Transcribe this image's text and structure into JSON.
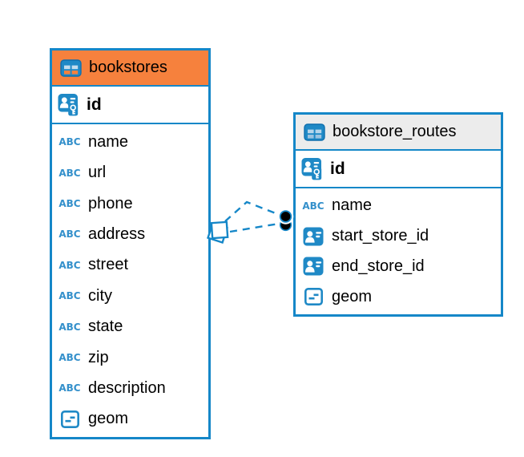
{
  "colors": {
    "accent_blue": "#1587c8",
    "bookstores_header": "#f6813d",
    "routes_header": "#ececec",
    "text": "#000000"
  },
  "tables": [
    {
      "name": "bookstores",
      "icon": "table-icon",
      "header_style": "orange",
      "primary_key": {
        "label": "id",
        "icon": "primary-key-icon"
      },
      "fields": [
        {
          "label": "name",
          "icon": "abc-text-icon"
        },
        {
          "label": "url",
          "icon": "abc-text-icon"
        },
        {
          "label": "phone",
          "icon": "abc-text-icon"
        },
        {
          "label": "address",
          "icon": "abc-text-icon"
        },
        {
          "label": "street",
          "icon": "abc-text-icon"
        },
        {
          "label": "city",
          "icon": "abc-text-icon"
        },
        {
          "label": "state",
          "icon": "abc-text-icon"
        },
        {
          "label": "zip",
          "icon": "abc-text-icon"
        },
        {
          "label": "description",
          "icon": "abc-text-icon"
        },
        {
          "label": "geom",
          "icon": "geometry-icon"
        }
      ]
    },
    {
      "name": "bookstore_routes",
      "icon": "table-icon",
      "header_style": "gray",
      "primary_key": {
        "label": "id",
        "icon": "primary-key-icon"
      },
      "fields": [
        {
          "label": "name",
          "icon": "abc-text-icon"
        },
        {
          "label": "start_store_id",
          "icon": "reference-icon"
        },
        {
          "label": "end_store_id",
          "icon": "reference-icon"
        },
        {
          "label": "geom",
          "icon": "geometry-icon"
        }
      ]
    }
  ],
  "relationship": {
    "line_style": "dashed",
    "from_table": "bookstores",
    "to_table": "bookstore_routes",
    "source_marker": "stacked-squares-marker",
    "target_marker": "stacked-circles-marker"
  }
}
